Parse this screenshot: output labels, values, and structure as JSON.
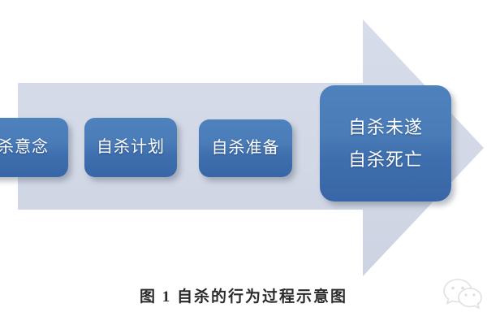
{
  "figure": {
    "caption": "图 1  自杀的行为过程示意图",
    "arrow_color": "#d2d8e5",
    "box_color": "#4a7cb8",
    "box_color_dark": "#3866a6",
    "text_color": "#ffffff",
    "caption_color": "#2b2b2b",
    "background_color": "#ffffff",
    "direction": "left-to-right",
    "stages": [
      {
        "label": "自杀意念",
        "lines": [
          "自杀意念"
        ],
        "clipped": "left"
      },
      {
        "label": "自杀计划",
        "lines": [
          "自杀计划"
        ],
        "clipped": "none"
      },
      {
        "label": "自杀准备",
        "lines": [
          "自杀准备"
        ],
        "clipped": "none"
      },
      {
        "label": "自杀未遂 自杀死亡",
        "lines": [
          "自杀未遂",
          "自杀死亡"
        ],
        "clipped": "none"
      }
    ]
  },
  "watermark": {
    "name": "wechat-logo",
    "description": "微信"
  }
}
